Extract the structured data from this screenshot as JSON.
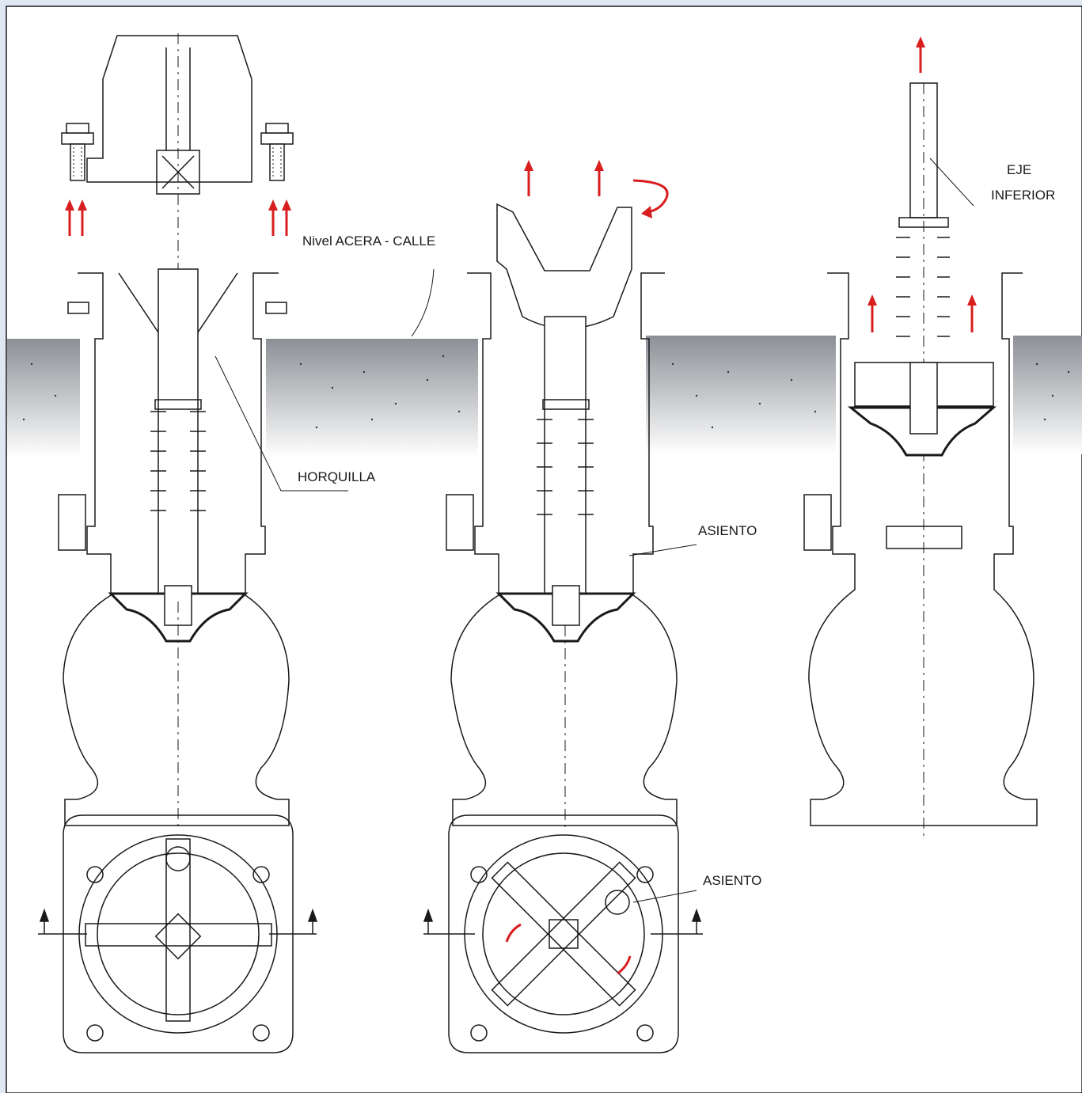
{
  "labels": {
    "street_level": "Nivel  ACERA - CALLE",
    "horquilla": "HORQUILLA",
    "asiento_front": "ASIENTO",
    "asiento_plan": "ASIENTO",
    "eje_line1": "EJE",
    "eje_line2": "INFERIOR"
  },
  "colors": {
    "line": "#1a1a1a",
    "arrow": "#d81e1e",
    "ground_top": "#8c9096",
    "ground_bottom": "#ffffff",
    "page_bg": "#ffffff",
    "backdrop": "#c9d6ea"
  },
  "icons": {
    "lift_arrow": "arrow-up",
    "rotate_arrow": "curved-arrow-clockwise",
    "section_marker": "arrow-up-small"
  }
}
